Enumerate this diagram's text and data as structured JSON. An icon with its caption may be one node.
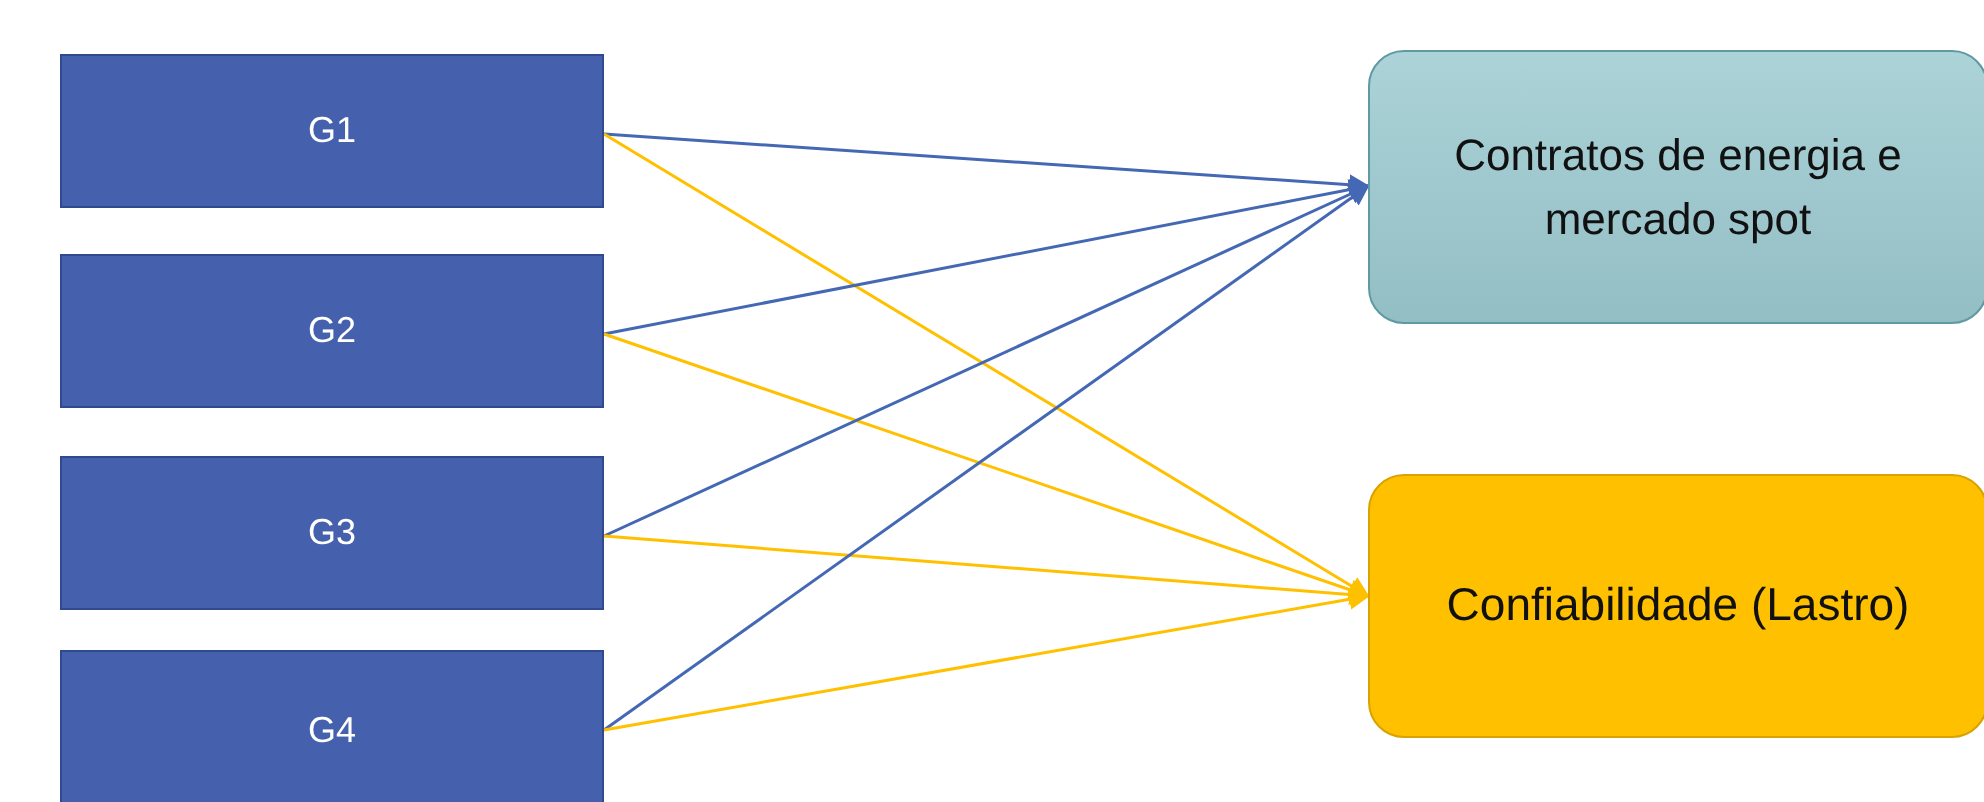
{
  "diagram": {
    "nodes": [
      {
        "text": [
          "G1"
        ]
      },
      {
        "text": [
          "G2"
        ]
      },
      {
        "text": [
          "G3"
        ]
      },
      {
        "text": [
          "G4"
        ]
      },
      {
        "text": [
          "Contratos de energia e mercado spot"
        ]
      },
      {
        "text": [
          "Confiabilidade (Lastro)"
        ]
      }
    ],
    "edges": [
      {
        "from": 0,
        "to": 4,
        "arrow": "to",
        "color": "#4468b4"
      },
      {
        "from": 0,
        "to": 5,
        "arrow": "to",
        "color": "#ffc000"
      },
      {
        "from": 1,
        "to": 4,
        "arrow": "to",
        "color": "#4468b4"
      },
      {
        "from": 1,
        "to": 5,
        "arrow": "to",
        "color": "#ffc000"
      },
      {
        "from": 2,
        "to": 4,
        "arrow": "to",
        "color": "#4468b4"
      },
      {
        "from": 2,
        "to": 5,
        "arrow": "to",
        "color": "#ffc000"
      },
      {
        "from": 3,
        "to": 4,
        "arrow": "to",
        "color": "#4468b4"
      },
      {
        "from": 3,
        "to": 5,
        "arrow": "to",
        "color": "#ffc000"
      }
    ]
  }
}
